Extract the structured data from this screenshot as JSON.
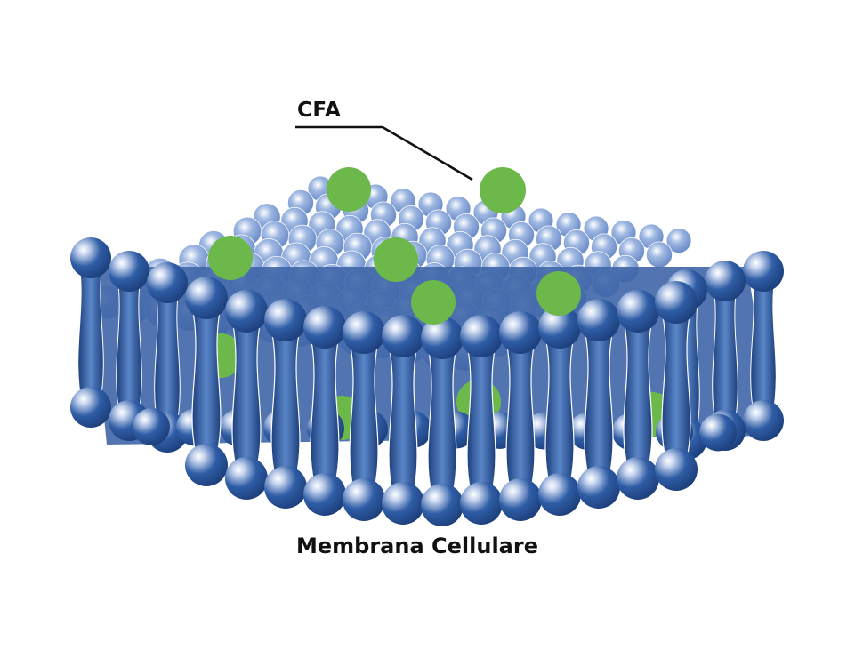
{
  "labels": {
    "callout": "CFA",
    "caption": "Membrana Cellulare"
  },
  "colors": {
    "lipid_head": "#2f5da6",
    "lipid_head_dark": "#1d3f7c",
    "lipid_head_light": "#9fb8e2",
    "lipid_tail": "#3a68ad",
    "cfa_particle": "#6cb84a",
    "leader_line": "#111111",
    "background": "#ffffff"
  },
  "icons": {
    "lipid_head": "sphere",
    "cfa_particle": "green-circle"
  }
}
